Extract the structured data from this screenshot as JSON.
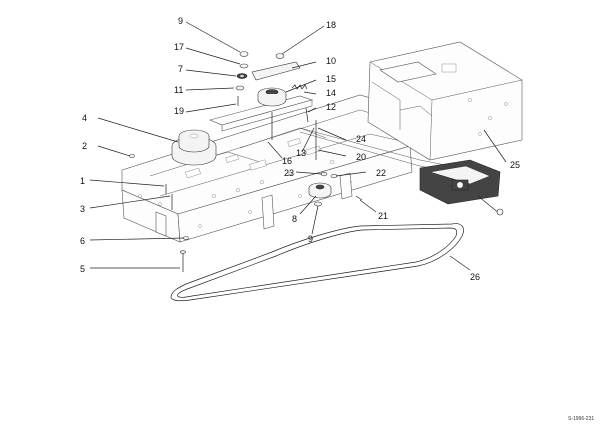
{
  "diagram": {
    "callouts": [
      {
        "label": "9"
      },
      {
        "label": "18"
      },
      {
        "label": "17"
      },
      {
        "label": "10"
      },
      {
        "label": "7"
      },
      {
        "label": "15"
      },
      {
        "label": "11"
      },
      {
        "label": "14"
      },
      {
        "label": "19"
      },
      {
        "label": "12"
      },
      {
        "label": "4"
      },
      {
        "label": "24"
      },
      {
        "label": "2"
      },
      {
        "label": "13"
      },
      {
        "label": "16"
      },
      {
        "label": "20"
      },
      {
        "label": "25"
      },
      {
        "label": "23"
      },
      {
        "label": "22"
      },
      {
        "label": "1"
      },
      {
        "label": "8"
      },
      {
        "label": "21"
      },
      {
        "label": "3"
      },
      {
        "label": "9"
      },
      {
        "label": "6"
      },
      {
        "label": "26"
      },
      {
        "label": "5"
      }
    ],
    "drawing_number": "S-1996-231"
  }
}
